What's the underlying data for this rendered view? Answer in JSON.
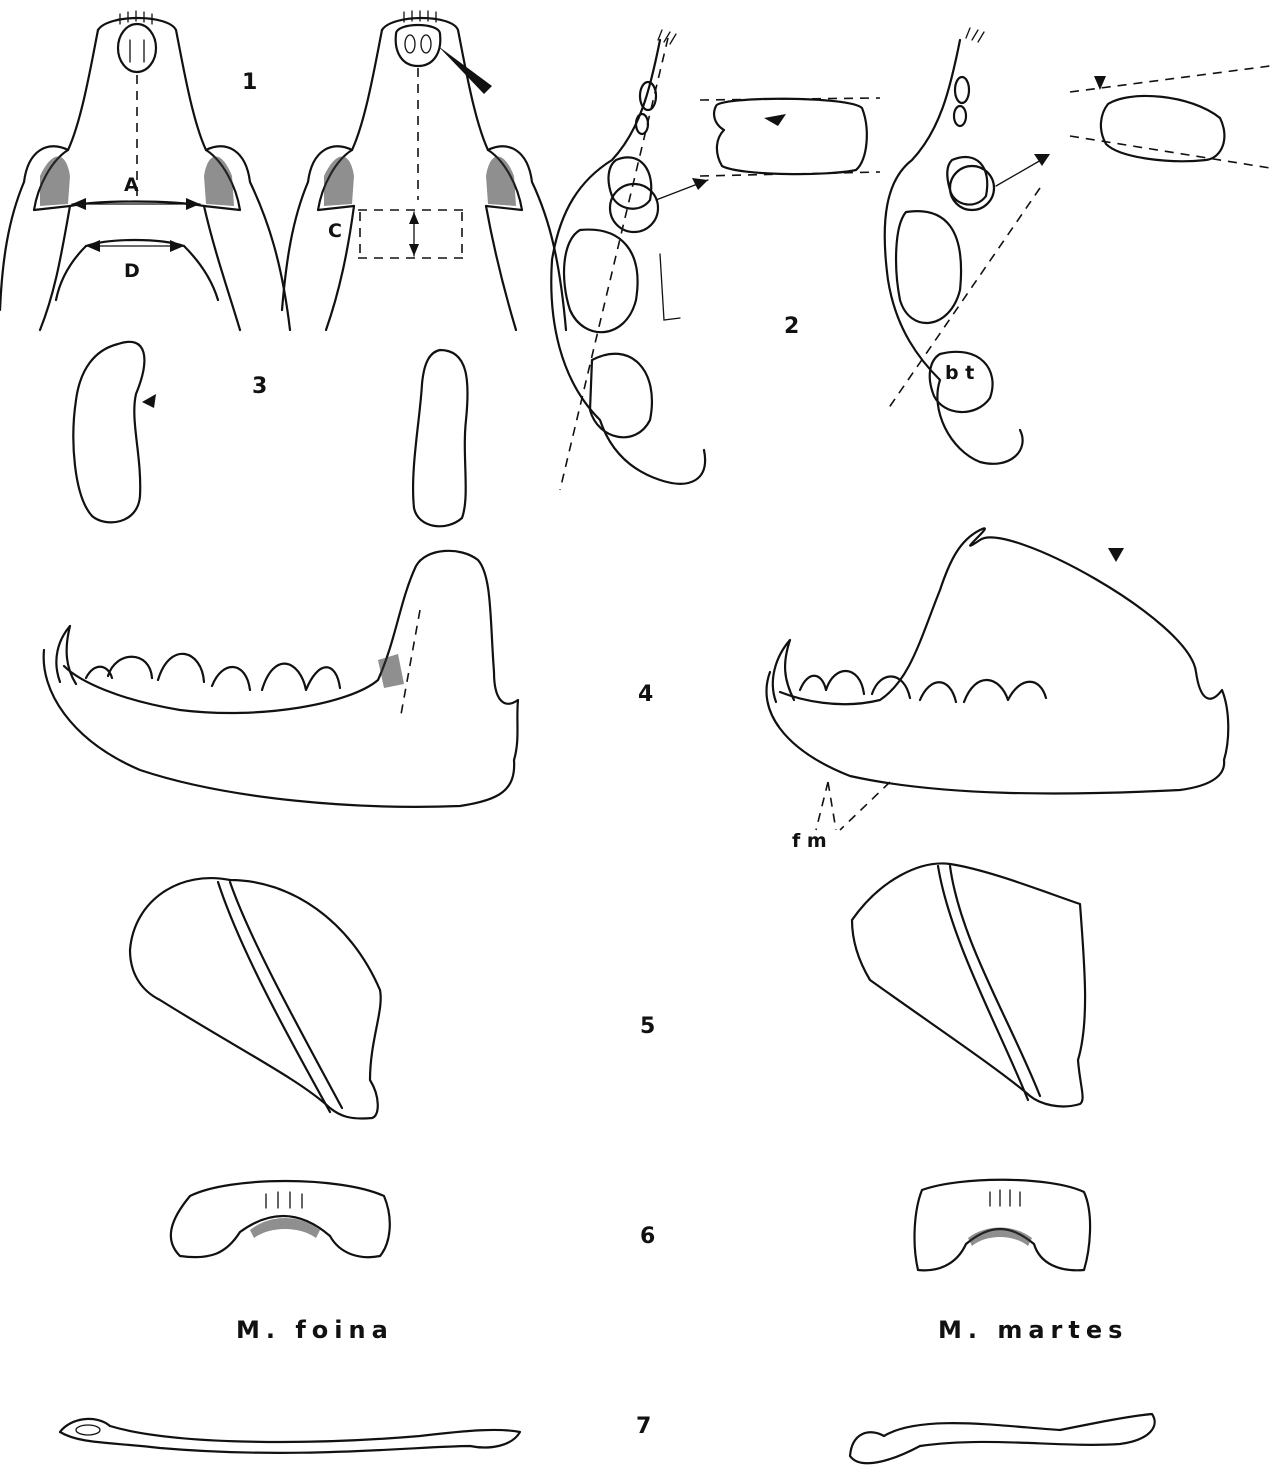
{
  "figure": {
    "row_numbers": [
      "1",
      "2",
      "3",
      "4",
      "5",
      "6",
      "7"
    ],
    "measure_labels": [
      "A",
      "D",
      "C"
    ],
    "structure_labels": {
      "bt": "b t",
      "fm": "f m"
    },
    "species": {
      "left": "M.  foina",
      "right": "M.  martes"
    },
    "ink_color": "#111111",
    "background_color": "#ffffff"
  }
}
